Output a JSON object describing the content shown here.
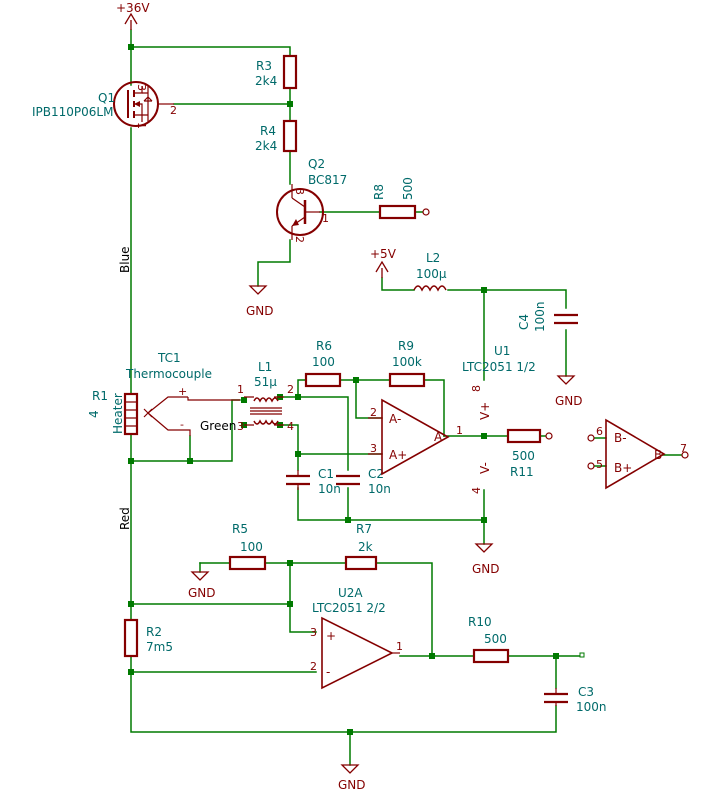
{
  "power": {
    "v36": "+36V",
    "v5": "+5V",
    "gnd": "GND"
  },
  "parts": {
    "q1": {
      "ref": "Q1",
      "value": "IPB110P06LM",
      "pins": [
        "1",
        "2",
        "3"
      ]
    },
    "q2": {
      "ref": "Q2",
      "value": "BC817",
      "pins": [
        "1",
        "2",
        "3"
      ]
    },
    "r1": {
      "ref": "R1",
      "value": "4",
      "label": "Heater"
    },
    "r2": {
      "ref": "R2",
      "value": "7m5"
    },
    "r3": {
      "ref": "R3",
      "value": "2k4"
    },
    "r4": {
      "ref": "R4",
      "value": "2k4"
    },
    "r5": {
      "ref": "R5",
      "value": "100"
    },
    "r6": {
      "ref": "R6",
      "value": "100"
    },
    "r7": {
      "ref": "R7",
      "value": "2k"
    },
    "r8": {
      "ref": "R8",
      "value": "500"
    },
    "r9": {
      "ref": "R9",
      "value": "100k"
    },
    "r10": {
      "ref": "R10",
      "value": "500"
    },
    "r11": {
      "ref": "R11",
      "value": "500"
    },
    "c1": {
      "ref": "C1",
      "value": "10n"
    },
    "c2": {
      "ref": "C2",
      "value": "10n"
    },
    "c3": {
      "ref": "C3",
      "value": "100n"
    },
    "c4": {
      "ref": "C4",
      "value": "100n"
    },
    "l1": {
      "ref": "L1",
      "value": "51µ",
      "pins": [
        "1",
        "2",
        "3",
        "4"
      ]
    },
    "l2": {
      "ref": "L2",
      "value": "100µ"
    },
    "tc1": {
      "ref": "TC1",
      "value": "Thermocouple",
      "plus": "+",
      "minus": "-"
    },
    "u1": {
      "ref": "U1",
      "value": "LTC2051 1/2",
      "pin_nums": [
        "2",
        "3",
        "1",
        "8",
        "4"
      ],
      "pin_names": [
        "A-",
        "A+",
        "A",
        "V+",
        "V-"
      ]
    },
    "u1b": {
      "pin_nums": [
        "6",
        "5",
        "7"
      ],
      "pin_names": [
        "B-",
        "B+",
        "B"
      ]
    },
    "u2": {
      "ref": "U2A",
      "value": "LTC2051 2/2",
      "pin_nums": [
        "3",
        "2",
        "1"
      ],
      "pin_signs": [
        "+",
        "-"
      ]
    }
  },
  "nets": {
    "blue": "Blue",
    "red": "Red",
    "green": "Green"
  }
}
